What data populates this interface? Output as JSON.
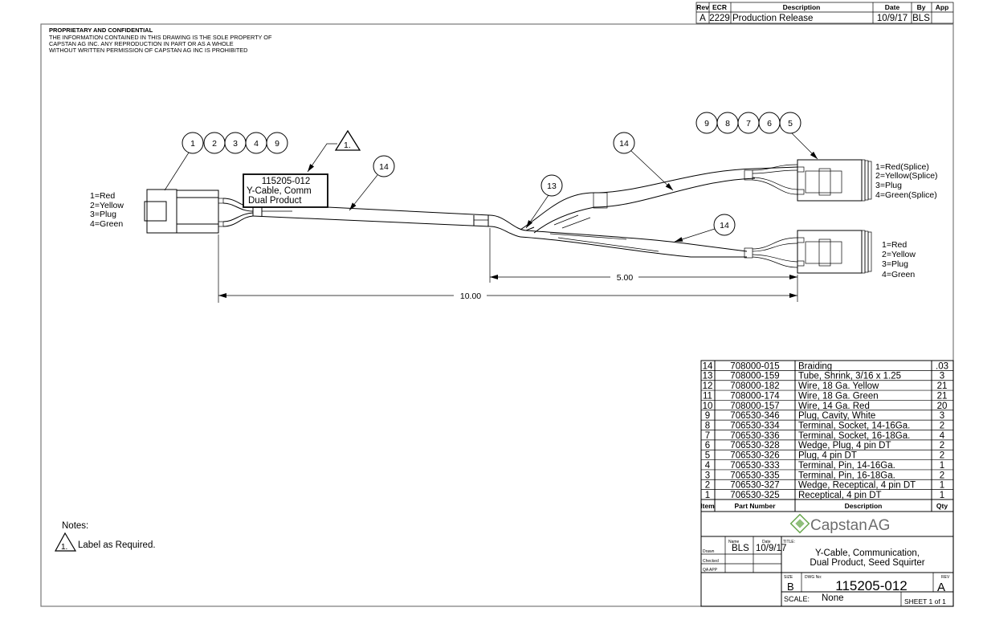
{
  "confidential": {
    "title": "PROPRIETARY AND CONFIDENTIAL",
    "lines": [
      "THE INFORMATION CONTAINED IN THIS DRAWING IS THE SOLE PROPERTY OF",
      "CAPSTAN AG INC. ANY REPRODUCTION IN PART OR AS A WHOLE",
      "WITHOUT WRITTEN PERMISSION OF CAPSTAN AG INC IS PROHIBITED"
    ]
  },
  "revision_table": {
    "headers": [
      "Rev",
      "ECR",
      "Description",
      "Date",
      "By",
      "App"
    ],
    "rows": [
      [
        "A",
        "2229",
        "Production Release",
        "10/9/17",
        "BLS",
        ""
      ]
    ]
  },
  "drawing": {
    "left_connector": {
      "balloons": [
        "1",
        "2",
        "3",
        "4",
        "9"
      ],
      "pinout": [
        "1=Red",
        "2=Yellow",
        "3=Plug",
        "4=Green"
      ]
    },
    "label_box": [
      "115205-012",
      "Y-Cable, Comm",
      "Dual Product"
    ],
    "note_flag": "1.",
    "cable_balloons": [
      "14",
      "13",
      "14",
      "14"
    ],
    "upper_connector": {
      "balloons": [
        "9",
        "8",
        "7",
        "6",
        "5"
      ],
      "pinout": [
        "1=Red(Splice)",
        "2=Yellow(Splice)",
        "3=Plug",
        "4=Green(Splice)"
      ]
    },
    "lower_connector": {
      "pinout": [
        "1=Red",
        "2=Yellow",
        "3=Plug",
        "4=Green"
      ]
    },
    "dimensions": {
      "short": "5.00",
      "long": "10.00"
    }
  },
  "notes": {
    "title": "Notes:",
    "items": [
      {
        "flag": "1.",
        "text": "Label as Required."
      }
    ]
  },
  "bom": {
    "headers": [
      "Item",
      "Part Number",
      "Description",
      "Qty"
    ],
    "rows": [
      [
        "14",
        "708000-015",
        "Braiding",
        ".03"
      ],
      [
        "13",
        "708000-159",
        "Tube, Shrink, 3/16 x 1.25",
        "3"
      ],
      [
        "12",
        "708000-182",
        "Wire, 18 Ga. Yellow",
        "21"
      ],
      [
        "11",
        "708000-174",
        "Wire, 18 Ga. Green",
        "21"
      ],
      [
        "10",
        "708000-157",
        "Wire, 14 Ga. Red",
        "20"
      ],
      [
        "9",
        "706530-346",
        "Plug, Cavity, White",
        "3"
      ],
      [
        "8",
        "706530-334",
        "Terminal, Socket, 14-16Ga.",
        "2"
      ],
      [
        "7",
        "706530-336",
        "Terminal, Socket, 16-18Ga.",
        "4"
      ],
      [
        "6",
        "706530-328",
        "Wedge, Plug, 4 pin DT",
        "2"
      ],
      [
        "5",
        "706530-326",
        "Plug, 4 pin DT",
        "2"
      ],
      [
        "4",
        "706530-333",
        "Terminal, Pin, 14-16Ga.",
        "1"
      ],
      [
        "3",
        "706530-335",
        "Terminal, Pin, 16-18Ga.",
        "2"
      ],
      [
        "2",
        "706530-327",
        "Wedge, Receptical, 4 pin DT",
        "1"
      ],
      [
        "1",
        "706530-325",
        "Receptical, 4 pin DT",
        "1"
      ]
    ]
  },
  "title_block": {
    "logo": {
      "text": "Capstan",
      "text_accent": "AG",
      "color_green": "#6aa84f",
      "color_gray": "#777777"
    },
    "col_name": "Name",
    "col_date": "Date",
    "drawn_label": "Drawn",
    "checked_label": "Checked",
    "qa_label": "QA APP",
    "drawn_name": "BLS",
    "drawn_date": "10/9/17",
    "title_label": "TITLE:",
    "title_lines": [
      "Y-Cable, Communication,",
      "Dual Product, Seed Squirter"
    ],
    "size_label": "SIZE",
    "size": "B",
    "dwg_label": "DWG No:",
    "dwg_no": "115205-012",
    "rev_label": "REV",
    "rev": "A",
    "scale_label": "SCALE:",
    "scale": "None",
    "sheet": "SHEET 1 of 1"
  }
}
